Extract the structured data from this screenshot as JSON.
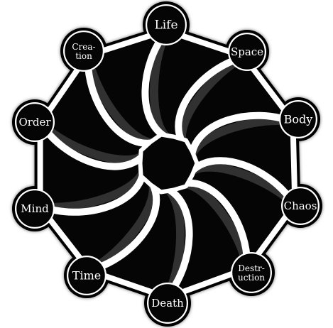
{
  "diagram": {
    "colors": {
      "background": "#ffffff",
      "fill": "#050505",
      "swirl_shade": "#3a3a3a",
      "outline": "#000000",
      "label": "#ffffff"
    },
    "nodes": [
      {
        "id": "life",
        "lines": [
          "Life"
        ]
      },
      {
        "id": "space",
        "lines": [
          "Space"
        ]
      },
      {
        "id": "body",
        "lines": [
          "Body"
        ]
      },
      {
        "id": "chaos",
        "lines": [
          "Chaos"
        ]
      },
      {
        "id": "destruction",
        "lines": [
          "Destr-",
          "uction"
        ]
      },
      {
        "id": "death",
        "lines": [
          "Death"
        ]
      },
      {
        "id": "time",
        "lines": [
          "Time"
        ]
      },
      {
        "id": "mind",
        "lines": [
          "Mind"
        ]
      },
      {
        "id": "order",
        "lines": [
          "Order"
        ]
      },
      {
        "id": "creation",
        "lines": [
          "Crea-",
          "tion"
        ]
      }
    ]
  }
}
